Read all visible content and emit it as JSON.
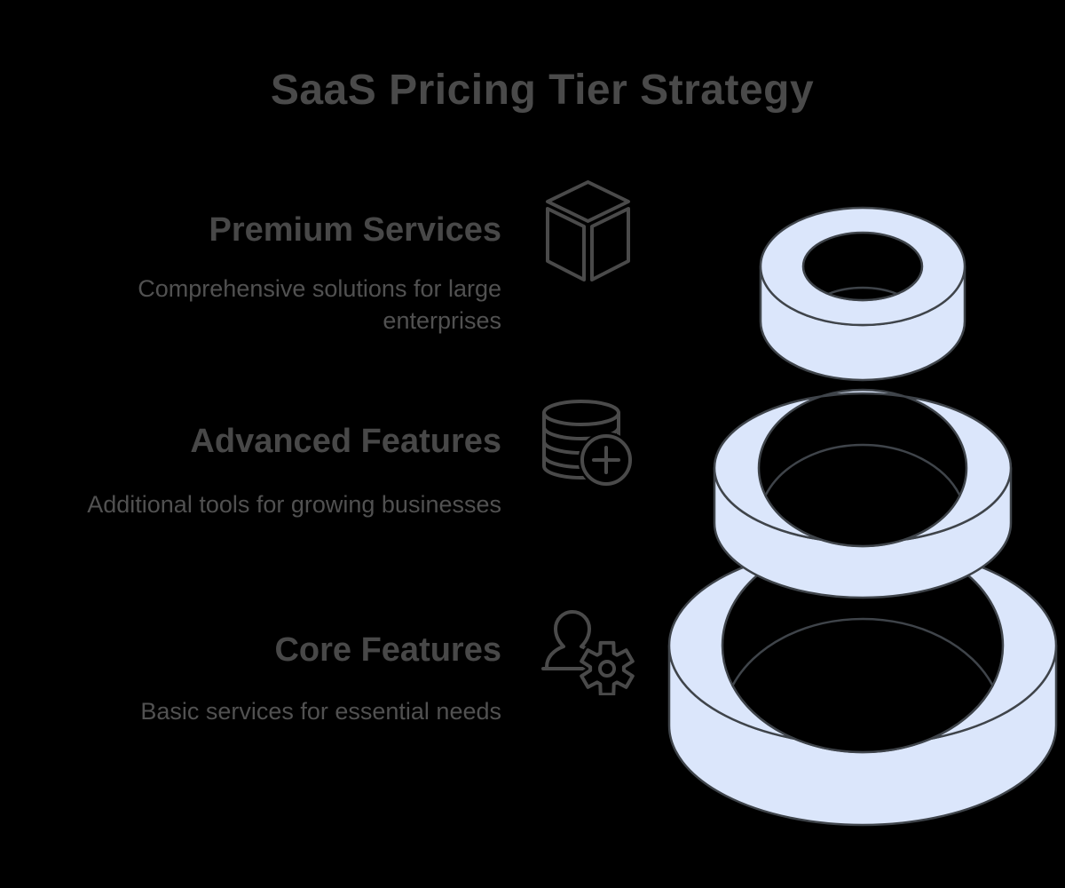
{
  "title": "SaaS Pricing Tier Strategy",
  "colors": {
    "background": "#000000",
    "ring_fill": "#dbe6fb",
    "ring_stroke": "#3f444a",
    "heading_text": "#484848",
    "description_text": "#515151",
    "icon_stroke": "#4a4a4a"
  },
  "tiers": [
    {
      "id": "premium",
      "heading": "Premium Services",
      "description": "Comprehensive solutions for large enterprises",
      "icon": "cube-icon",
      "ring": "small-top-ring"
    },
    {
      "id": "advanced",
      "heading": "Advanced Features",
      "description": "Additional tools for growing businesses",
      "icon": "database-add-icon",
      "ring": "medium-middle-ring"
    },
    {
      "id": "core",
      "heading": "Core Features",
      "description": "Basic services for essential needs",
      "icon": "user-gear-icon",
      "ring": "large-bottom-ring"
    }
  ],
  "diagram": {
    "type": "stacked-3d-rings-pyramid",
    "order_top_to_bottom": [
      "premium",
      "advanced",
      "core"
    ]
  }
}
